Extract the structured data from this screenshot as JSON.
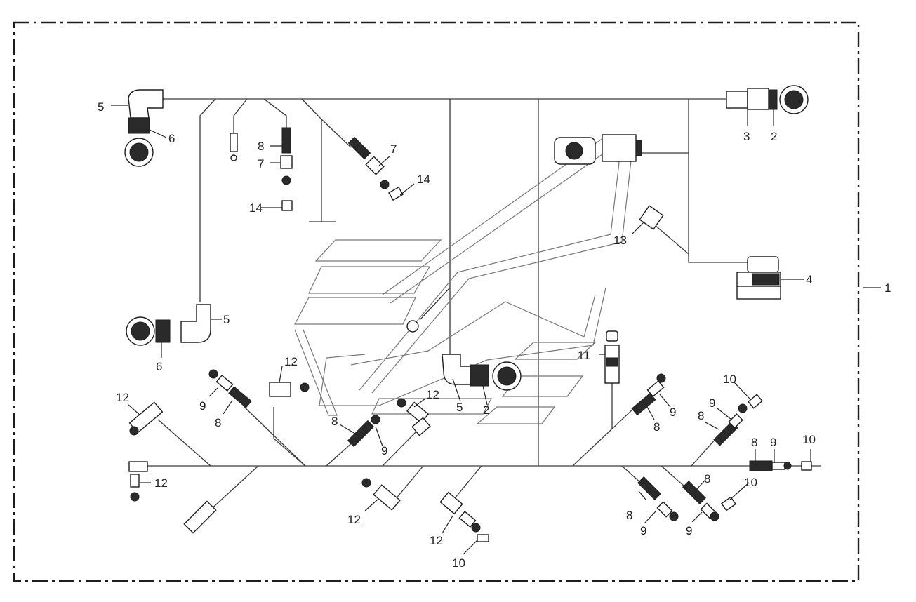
{
  "diagram": {
    "labels": {
      "l1": "1",
      "l2a": "2",
      "l2b": "2",
      "l3": "3",
      "l4": "4",
      "l5a": "5",
      "l5b": "5",
      "l5c": "5",
      "l6a": "6",
      "l6b": "6",
      "l7a": "7",
      "l7b": "7",
      "l8a": "8",
      "l8b": "8",
      "l8c": "8",
      "l8d": "8",
      "l8e": "8",
      "l8f": "8",
      "l8g": "8",
      "l8h": "8",
      "l9a": "9",
      "l9b": "9",
      "l9c": "9",
      "l9d": "9",
      "l9e": "9",
      "l9f": "9",
      "l9g": "9",
      "l10a": "10",
      "l10b": "10",
      "l10c": "10",
      "l10d": "10",
      "l11": "11",
      "l12a": "12",
      "l12b": "12",
      "l12c": "12",
      "l12d": "12",
      "l12e": "12",
      "l12f": "12",
      "l13": "13",
      "l14a": "14",
      "l14b": "14"
    }
  }
}
